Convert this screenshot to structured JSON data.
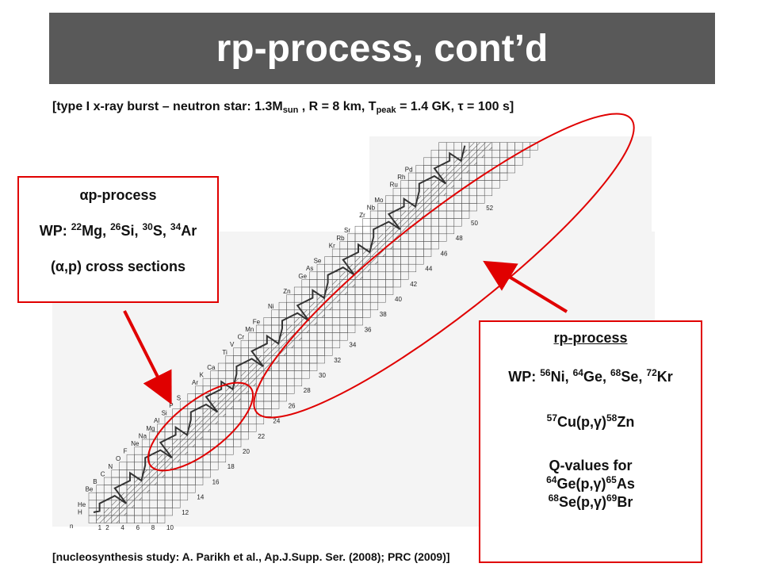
{
  "slide": {
    "title": "rp-process, cont’d",
    "subtitle": {
      "part1": "[type I x-ray burst  –  neutron star: 1.3M",
      "sub1": "sun",
      "part2": " , R = 8 km, T",
      "sub2": "peak",
      "part3": " = 1.4 GK, τ = 100 s]"
    },
    "left_box": {
      "heading": "αp-process",
      "wp_label": "WP:  ",
      "wp_items": [
        {
          "mass": "22",
          "el": "Mg"
        },
        {
          "mass": "26",
          "el": "Si"
        },
        {
          "mass": "30",
          "el": "S"
        },
        {
          "mass": "34",
          "el": "Ar"
        }
      ],
      "cross_sections": "(α,p) cross sections"
    },
    "right_box": {
      "heading": "rp-process",
      "wp_label": "WP:  ",
      "wp_items": [
        {
          "mass": "56",
          "el": "Ni"
        },
        {
          "mass": "64",
          "el": "Ge"
        },
        {
          "mass": "68",
          "el": "Se"
        },
        {
          "mass": "72",
          "el": "Kr"
        }
      ],
      "reaction_mass": "57",
      "reaction_text": "Cu(p,γ)",
      "reaction_product_mass": "58",
      "reaction_product": "Zn",
      "qvalues_label": "Q-values for",
      "q1_mass": "64",
      "q1_text": "Ge(p,γ)",
      "q1_pmass": "65",
      "q1_product": "As",
      "q2_mass": "68",
      "q2_text": "Se(p,γ)",
      "q2_pmass": "69",
      "q2_product": "Br"
    },
    "footer": "[nucleosynthesis study: A. Parikh et al., Ap.J.Supp. Ser. (2008); PRC (2009)]",
    "chart_labels": {
      "elements": [
        "H",
        "He",
        "Be",
        "B",
        "C",
        "N",
        "O",
        "F",
        "Ne",
        "Na",
        "Mg",
        "Al",
        "Si",
        "P",
        "S",
        "Ar",
        "K",
        "Ca",
        "Ti",
        "V",
        "Cr",
        "Mn",
        "Fe",
        "Ni",
        "Zn",
        "Ge",
        "As",
        "Se",
        "Kr",
        "Rb",
        "Sr",
        "Zr",
        "Nb",
        "Mo",
        "Ru",
        "Rh",
        "Pd"
      ],
      "neutron_numbers": [
        "1",
        "2",
        "4",
        "6",
        "8",
        "10",
        "12",
        "14",
        "16",
        "18",
        "20",
        "22",
        "24",
        "26",
        "28",
        "30",
        "32",
        "34",
        "36",
        "38",
        "40",
        "42",
        "44",
        "46",
        "48",
        "50",
        "52"
      ],
      "n_label": "n"
    },
    "colors": {
      "accent": "#e00000",
      "title_bar": "#595959"
    }
  }
}
